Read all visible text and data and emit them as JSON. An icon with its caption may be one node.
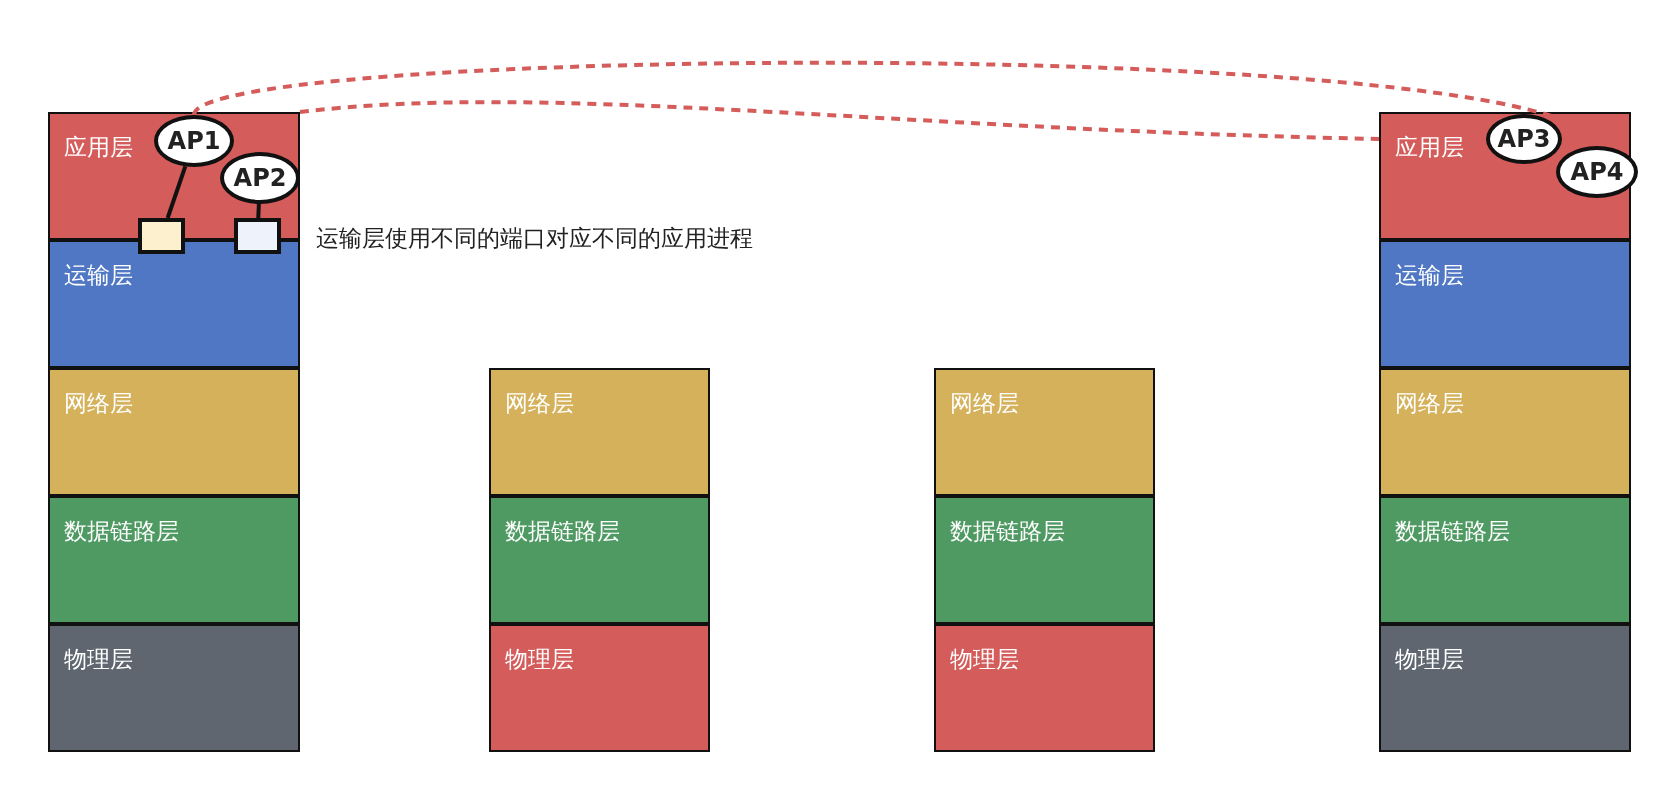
{
  "diagram": {
    "nodes": [
      {
        "text": [
          "应用层"
        ]
      },
      {
        "text": [
          "AP1"
        ],
        "in": 0
      },
      {
        "text": [
          "AP2"
        ],
        "in": 0
      },
      {
        "text": [],
        "shape": "box"
      },
      {
        "text": [],
        "shape": "box"
      },
      {
        "text": [
          "运输层"
        ]
      },
      {
        "text": [
          "网络层"
        ]
      },
      {
        "text": [
          "数据链路层"
        ]
      },
      {
        "text": [
          "物理层"
        ]
      },
      {
        "text": [
          "网络层"
        ]
      },
      {
        "text": [
          "数据链路层"
        ]
      },
      {
        "text": [
          "物理层"
        ]
      },
      {
        "text": [
          "网络层"
        ]
      },
      {
        "text": [
          "数据链路层"
        ]
      },
      {
        "text": [
          "物理层"
        ]
      },
      {
        "text": [
          "应用层"
        ]
      },
      {
        "text": [
          "AP3"
        ],
        "in": 15
      },
      {
        "text": [
          "AP4"
        ],
        "in": 15
      },
      {
        "text": [
          "运输层"
        ]
      },
      {
        "text": [
          "网络层"
        ]
      },
      {
        "text": [
          "数据链路层"
        ]
      },
      {
        "text": [
          "物理层"
        ]
      }
    ],
    "edges": [
      {
        "from": 1,
        "to": 17,
        "arrow": "none",
        "style": "dashed",
        "color": "#d45c5a"
      },
      {
        "from": 0,
        "to": 15,
        "arrow": "none",
        "style": "dashed",
        "color": "#d45c5a"
      },
      {
        "from": 1,
        "to": 3,
        "arrow": "none",
        "color": "#111111"
      },
      {
        "from": 2,
        "to": 4,
        "arrow": "none",
        "color": "#111111"
      }
    ],
    "labels": [
      "运输层使用不同的端口对应不同的应用进程"
    ]
  }
}
